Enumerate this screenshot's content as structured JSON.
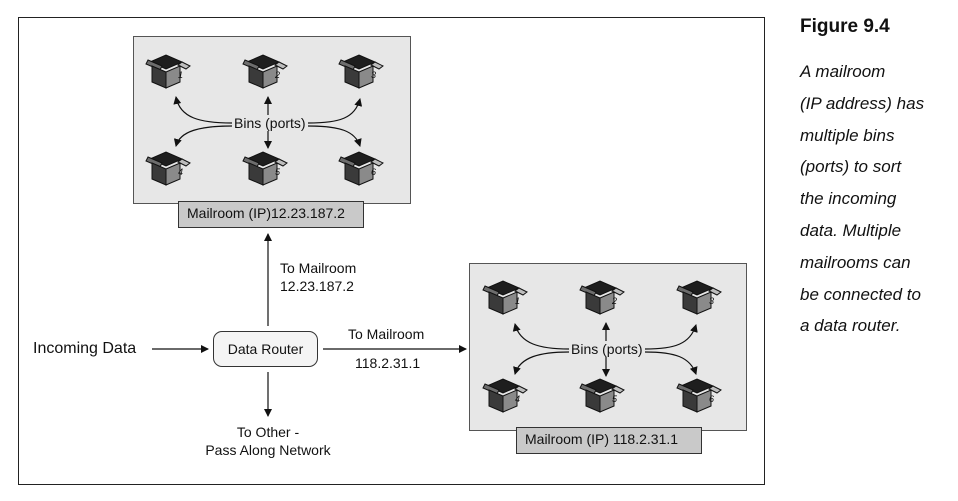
{
  "figure": {
    "title": "Figure 9.4",
    "caption_lines": [
      "A mailroom",
      "(IP address) has",
      "multiple bins",
      "(ports) to sort",
      "the incoming",
      "data. Multiple",
      "mailrooms can",
      "be connected to",
      "a data router."
    ]
  },
  "diagram": {
    "incoming_label": "Incoming Data",
    "router_label": "Data Router",
    "to_room_a_line1": "To Mailroom",
    "to_room_a_line2": "12.23.187.2",
    "to_room_b_line1": "To Mailroom",
    "to_room_b_line2": "118.2.31.1",
    "to_other_line1": "To Other -",
    "to_other_line2": "Pass Along Network",
    "room_a": {
      "label": "Mailroom (IP)12.23.187.2",
      "bins_label": "Bins (ports)",
      "bins": [
        "1",
        "2",
        "3",
        "4",
        "5",
        "6"
      ]
    },
    "room_b": {
      "label": "Mailroom (IP) 118.2.31.1",
      "bins_label": "Bins (ports)",
      "bins": [
        "1",
        "2",
        "3",
        "4",
        "5",
        "6"
      ]
    }
  }
}
